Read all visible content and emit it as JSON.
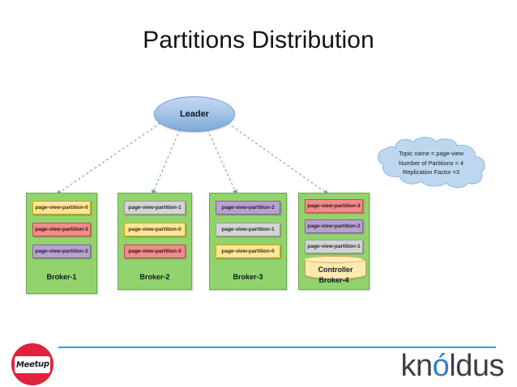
{
  "slide": {
    "title": "Partitions Distribution",
    "background": "#ffffff"
  },
  "leader": {
    "label": "Leader",
    "fill": "#a8c6e8",
    "border": "#6f9fd0"
  },
  "callout": {
    "kind": "cloud",
    "lines": [
      "Topic name = page-view",
      "Number of Partitions = 4",
      "Replication Factor =3"
    ],
    "fill": "#bdd7ee",
    "border": "#8fb8dd"
  },
  "arrows": {
    "style": "dashed",
    "color": "#7f9db9",
    "count": 4,
    "from": "leader",
    "to": [
      "broker-1",
      "broker-2",
      "broker-3",
      "broker-4"
    ]
  },
  "colors": {
    "broker_fill": "#92d36e",
    "broker_border": "#6aa84f",
    "partition_yellow": "#ffe699",
    "partition_red": "#f08c8c",
    "partition_purple": "#b8a2cd",
    "partition_gray": "#d4d4d4",
    "controller_fill": "#ffe9b0",
    "controller_border": "#e8a33d",
    "footer_rule": "#29a3dc",
    "meetup_red": "#e0223c",
    "knoldus_text": "#3b4046",
    "knoldus_accent": "#2f7fc4"
  },
  "brokers": [
    {
      "id": "broker-1",
      "label": "Broker-1",
      "partitions": [
        {
          "label": "page-view-partition-0",
          "color": "yellow"
        },
        {
          "label": "page-view-partition-3",
          "color": "red"
        },
        {
          "label": "page-view-partition-2",
          "color": "purple"
        }
      ],
      "controller": false
    },
    {
      "id": "broker-2",
      "label": "Broker-2",
      "partitions": [
        {
          "label": "page-view-partition-1",
          "color": "gray"
        },
        {
          "label": "page-view-partition-0",
          "color": "yellow"
        },
        {
          "label": "page-view-partition-3",
          "color": "red"
        }
      ],
      "controller": false
    },
    {
      "id": "broker-3",
      "label": "Broker-3",
      "partitions": [
        {
          "label": "page-view-partition-2",
          "color": "purple"
        },
        {
          "label": "page-view-partition-1",
          "color": "gray"
        },
        {
          "label": "page-view-partition-0",
          "color": "yellow"
        }
      ],
      "controller": false
    },
    {
      "id": "broker-4",
      "label": "Broker-4",
      "partitions": [
        {
          "label": "page-view-partition-3",
          "color": "red"
        },
        {
          "label": "page-view-partition-2",
          "color": "purple"
        },
        {
          "label": "page-view-partition-1",
          "color": "gray"
        }
      ],
      "controller": true,
      "controller_label": "Controller"
    }
  ],
  "footer": {
    "meetup_label": "Meetup",
    "brand_prefix": "kn",
    "brand_accent": "ó",
    "brand_suffix": "ldus"
  }
}
